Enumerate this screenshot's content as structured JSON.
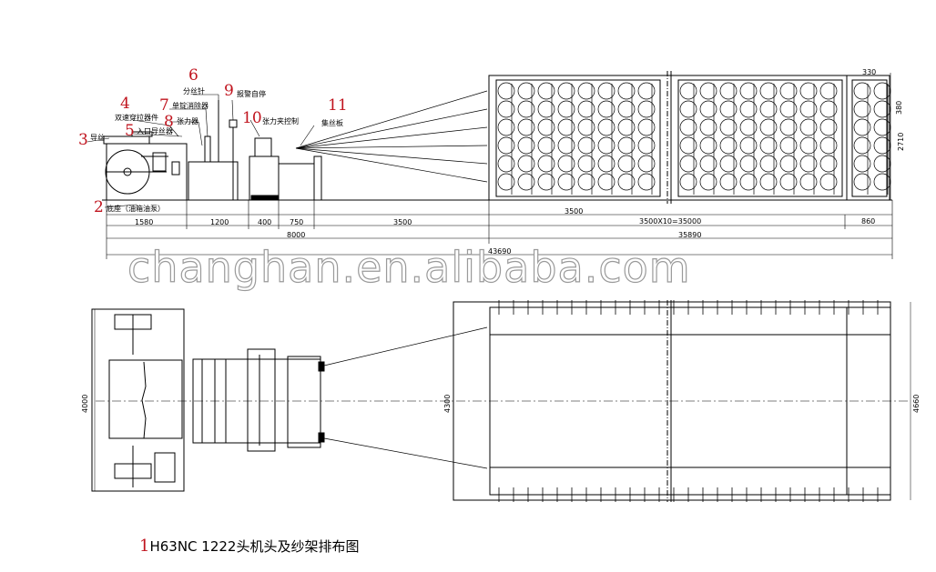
{
  "callouts": [
    {
      "num": "1",
      "text": ""
    },
    {
      "num": "2",
      "text": "底座（油箱油泵）"
    },
    {
      "num": "3",
      "text": "导丝"
    },
    {
      "num": "4",
      "text": "双速穿拉器件"
    },
    {
      "num": "5",
      "text": "入口导丝器"
    },
    {
      "num": "6",
      "text": "分丝针"
    },
    {
      "num": "7",
      "text": "单锭消除器"
    },
    {
      "num": "8",
      "text": "张力器"
    },
    {
      "num": "9",
      "text": "报警自停"
    },
    {
      "num": "10",
      "text": "张力夹控制"
    },
    {
      "num": "11",
      "text": "集丝板"
    }
  ],
  "dimensions_top": {
    "d1580": "1580",
    "d1200": "1200",
    "d400": "400",
    "d750": "750",
    "d3500a": "3500",
    "d8000": "8000",
    "d3500b": "3500",
    "d3500x10": "3500X10=35000",
    "d860": "860",
    "d35890": "35890",
    "d43690": "43690",
    "d330": "330",
    "d380": "380",
    "d2710": "2710"
  },
  "dimensions_plan": {
    "d4000": "4000",
    "d4300": "4300",
    "d4660": "4660"
  },
  "watermark": "changhan.en.alibaba.com",
  "caption": {
    "num": "1",
    "text": "H63NC 1222头机头及纱架排布图"
  }
}
